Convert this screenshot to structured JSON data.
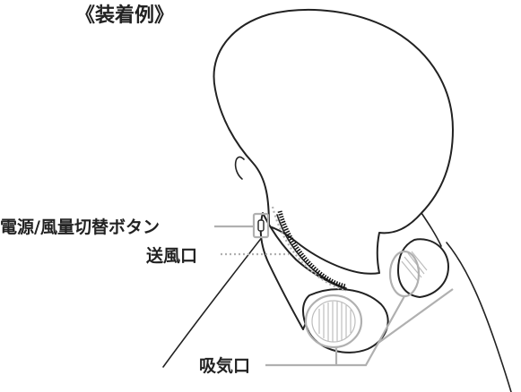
{
  "title": "《装着例》",
  "callouts": {
    "power_button": "電源/風量切替ボタン",
    "air_outlet": "送風口",
    "air_intake": "吸気口"
  },
  "colors": {
    "line": "#222222",
    "leader": "#b0b0b0",
    "background": "#ffffff"
  }
}
